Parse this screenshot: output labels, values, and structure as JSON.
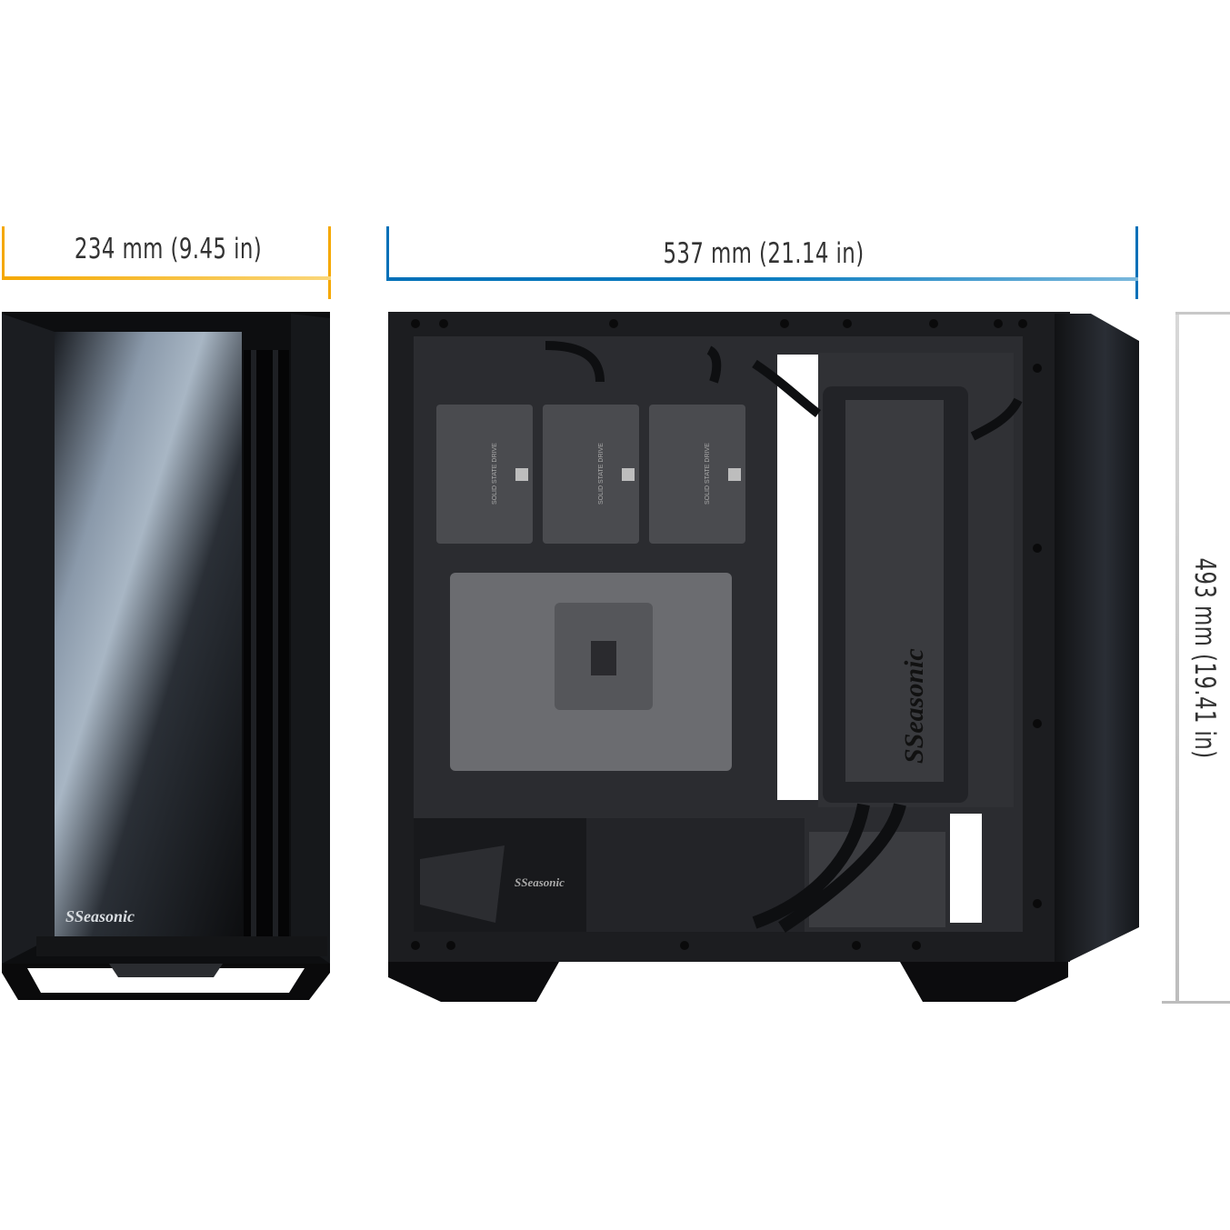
{
  "dimensions": {
    "width": {
      "label": "234 mm (9.45 in)",
      "color": "#f5a800"
    },
    "length": {
      "label": "537 mm (21.14 in)",
      "color": "#0070b8"
    },
    "height": {
      "label": "493 mm (19.41 in)",
      "color": "#bdbdbd"
    }
  },
  "brand": {
    "logo_text": "Seasonic"
  },
  "ssd": {
    "label": "SOLID STATE DRIVE",
    "count": 3
  },
  "colors": {
    "case": "#1c1d20",
    "panel": "#2b2c30",
    "ssd": "#4a4b4f",
    "motherboard": "#6b6c70"
  }
}
